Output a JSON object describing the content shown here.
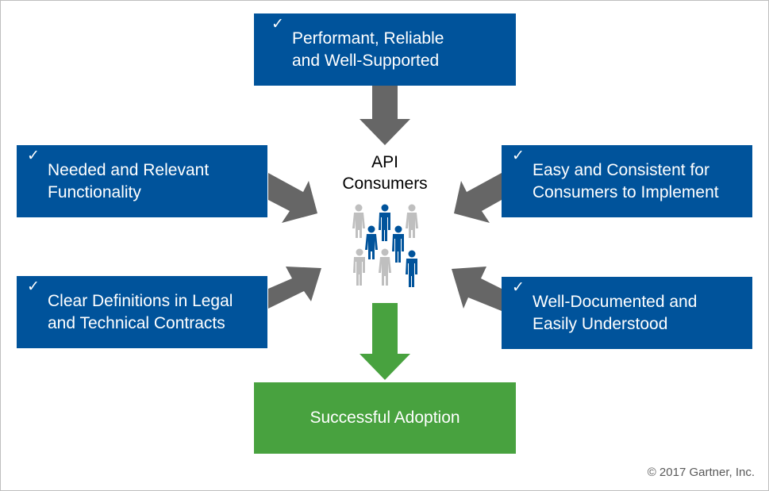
{
  "diagram": {
    "center": {
      "title": "API\nConsumers",
      "people_icon": "people-group-icon"
    },
    "factors": [
      {
        "id": "top",
        "text": "Performant, Reliable\nand Well-Supported",
        "icon": "checkmark-icon"
      },
      {
        "id": "left-top",
        "text": "Needed and Relevant\nFunctionality",
        "icon": "checkmark-icon"
      },
      {
        "id": "left-bottom",
        "text": "Clear Definitions in Legal\nand Technical Contracts",
        "icon": "checkmark-icon"
      },
      {
        "id": "right-top",
        "text": "Easy and Consistent for\nConsumers to Implement",
        "icon": "checkmark-icon"
      },
      {
        "id": "right-bottom",
        "text": "Well-Documented and\nEasily Understood",
        "icon": "checkmark-icon"
      }
    ],
    "outcome": {
      "text": "Successful Adoption"
    },
    "check_glyph": "✓",
    "copyright": "© 2017 Gartner, Inc.",
    "colors": {
      "factor_box": "#00539b",
      "outcome_box": "#48a23f",
      "input_arrow": "#666666",
      "output_arrow": "#48a23f",
      "person_gray": "#bfbfbf",
      "person_blue": "#00539b"
    }
  }
}
